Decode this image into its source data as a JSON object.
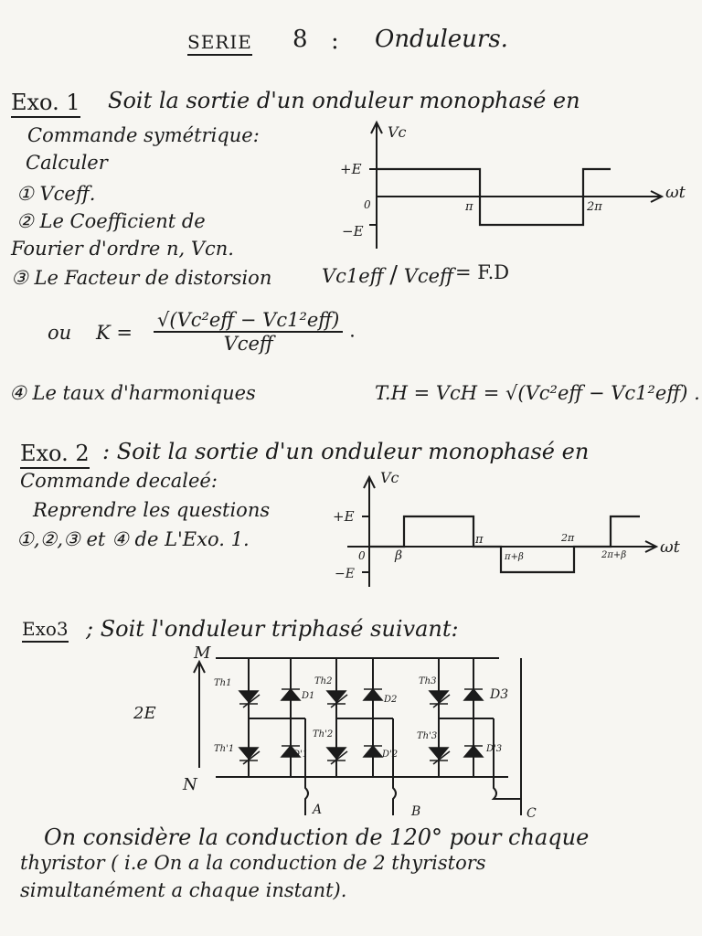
{
  "title": {
    "serie": "SERIE",
    "number": "8",
    "colon": ":",
    "subject": "Onduleurs."
  },
  "exo1": {
    "label": "Exo. 1",
    "intro_line1": "Soit la sortie d'un onduleur monophasé en",
    "intro_line2": "Commande symétrique:",
    "calculer": "Calculer",
    "q1": "① Vceff.",
    "q2_line1": "② Le Coefficient de",
    "q2_line2": "Fourier d'ordre n, Vcn.",
    "q3": "③ Le Facteur de distorsion",
    "q3_ratio_num": "Vc1eff",
    "q3_ratio_den": "Vceff",
    "q3_eq": "= F.D",
    "ou": "ou",
    "k_lhs": "K =",
    "k_num": "√(Vc²eff − Vc1²eff)",
    "k_den": "Vceff",
    "q4_label": "④ Le taux d'harmoniques",
    "q4_formula": "T.H = VcH = √(Vc²eff − Vc1²eff) ."
  },
  "graph1": {
    "ylabel": "Vc",
    "xlabel": "ωt",
    "plus_e": "+E",
    "minus_e": "−E",
    "origin": "0",
    "pi": "π",
    "two_pi": "2π"
  },
  "exo2": {
    "label": "Exo. 2",
    "intro_line1": ": Soit la sortie d'un onduleur monophasé en",
    "intro_line2": "Commande decaleé:",
    "reprendre_line1": "Reprendre les questions",
    "reprendre_line2": "①,②,③ et ④ de L'Exo. 1."
  },
  "graph2": {
    "ylabel": "Vc",
    "xlabel": "ωt",
    "plus_e": "+E",
    "minus_e": "−E",
    "origin": "0",
    "beta": "β",
    "pi": "π",
    "pi_beta": "π+β",
    "two_pi": "2π",
    "two_pi_beta": "2π+β"
  },
  "exo3": {
    "label": "Exo3",
    "intro": "; Soit l'onduleur triphasé suivant:",
    "conclusion_line1": "On considère la conduction de 120° pour chaque",
    "conclusion_line2": "thyristor ( i.e On a la conduction de 2 thyristors",
    "conclusion_line3": "simultanément a chaque instant)."
  },
  "circuit": {
    "node_m": "M",
    "node_n": "N",
    "source": "2E",
    "th1": "Th1",
    "th2": "Th2",
    "th3": "Th3",
    "d1": "D1",
    "d2": "D2",
    "d3": "D3",
    "th1p": "Th'1",
    "th2p": "Th'2",
    "th3p": "Th'3",
    "d1p": "D'1",
    "d2p": "D'2",
    "d3p": "D'3",
    "out_a": "A",
    "out_b": "B",
    "out_c": "C"
  }
}
